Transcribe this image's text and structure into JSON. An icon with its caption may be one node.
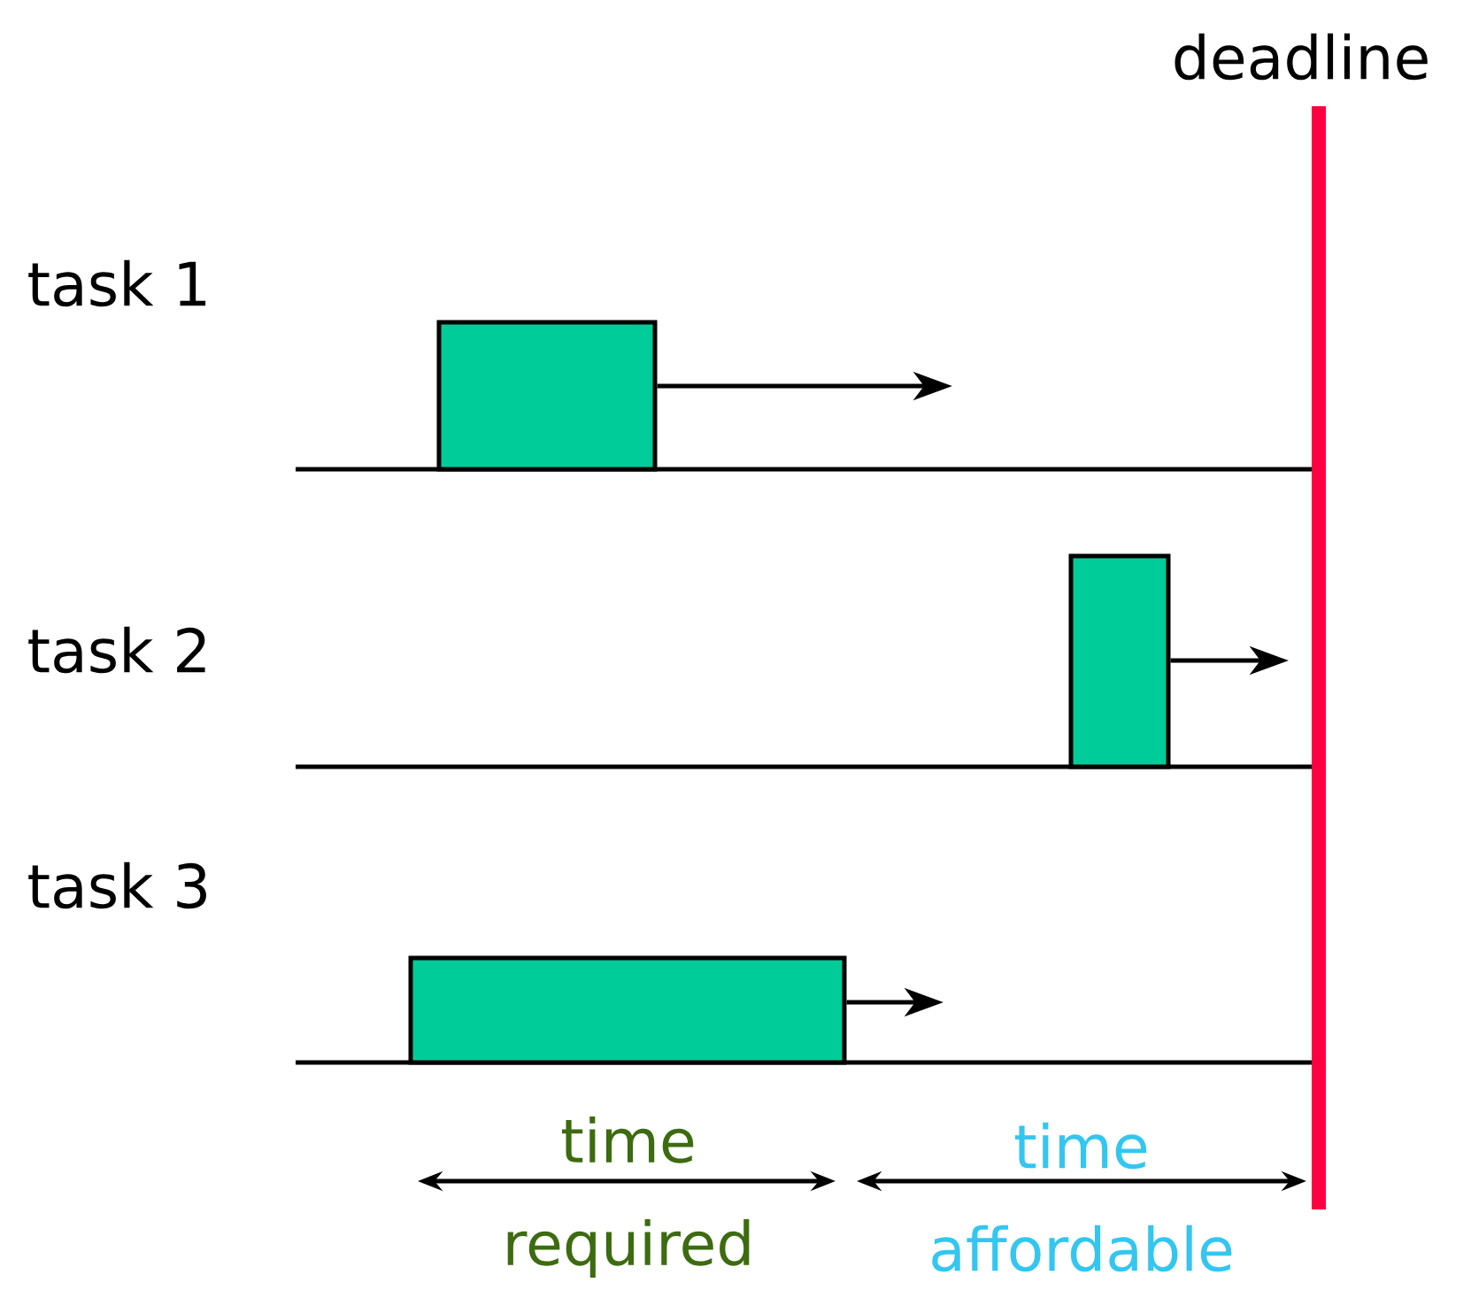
{
  "diagram": {
    "nodes": [
      {
        "text": [],
        "shape": "bar"
      },
      {
        "text": [],
        "shape": "bar"
      },
      {
        "text": [],
        "shape": "bar"
      }
    ],
    "edges": [
      {
        "from": 0,
        "to": null,
        "arrow": "to"
      },
      {
        "from": 1,
        "to": null,
        "arrow": "to"
      },
      {
        "from": 2,
        "to": null,
        "arrow": "to"
      }
    ],
    "labels": [
      "deadline",
      "task 1",
      "task 2",
      "task 3",
      "time required",
      "time affordable"
    ]
  }
}
